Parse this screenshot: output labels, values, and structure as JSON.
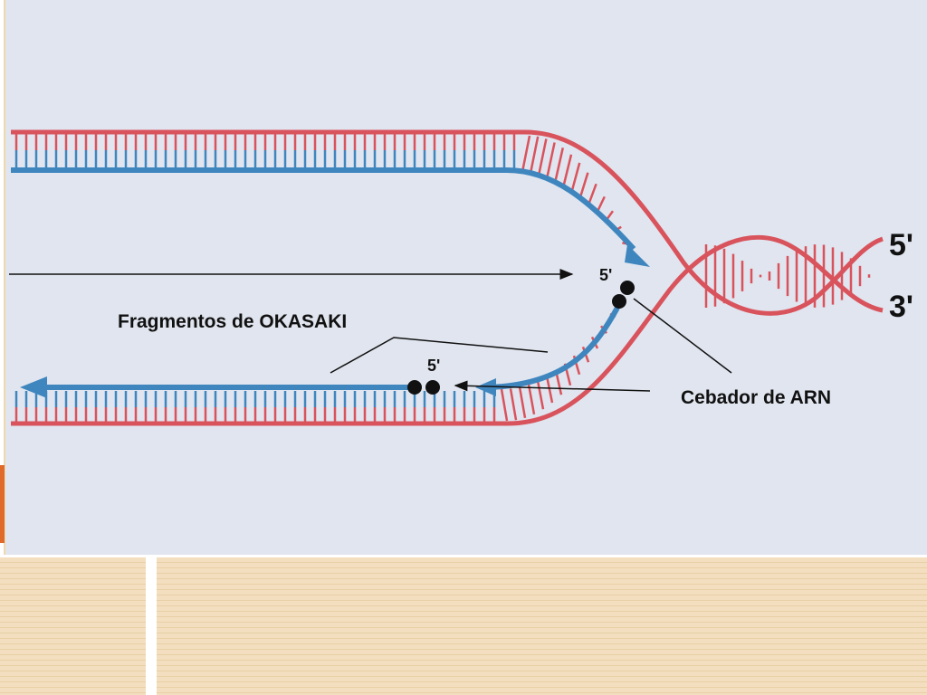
{
  "labels": {
    "okazaki": "Fragmentos de OKASAKI",
    "primer": "Cebador de ARN",
    "end5_top": "5'",
    "end3_bottom": "3'",
    "prime_upper": "5'",
    "prime_lower": "5'"
  },
  "colors": {
    "parental_strand": "#d9535c",
    "new_strand": "#3f86bf",
    "primer": "#111111",
    "background": "#e0e5ef"
  },
  "icons": [
    "replication-arrow-icon",
    "primer-dot-icon"
  ]
}
